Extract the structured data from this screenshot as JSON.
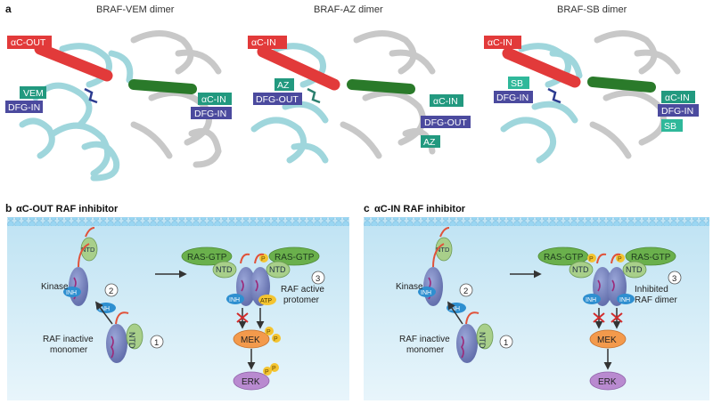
{
  "panel_a": {
    "label": "a",
    "structures": [
      {
        "title": "BRAF-VEM dimer",
        "tags": [
          {
            "text": "αC-OUT",
            "color": "#e23a3a"
          },
          {
            "text": "VEM",
            "color": "#22997f"
          },
          {
            "text": "DFG-IN",
            "color": "#4b4a9e"
          },
          {
            "text": "αC-IN",
            "color": "#22997f"
          },
          {
            "text": "DFG-IN",
            "color": "#4b4a9e"
          }
        ]
      },
      {
        "title": "BRAF-AZ dimer",
        "tags": [
          {
            "text": "αC-IN",
            "color": "#e23a3a"
          },
          {
            "text": "AZ",
            "color": "#22997f"
          },
          {
            "text": "DFG-OUT",
            "color": "#4b4a9e"
          },
          {
            "text": "αC-IN",
            "color": "#22997f"
          },
          {
            "text": "DFG-OUT",
            "color": "#4b4a9e"
          },
          {
            "text": "AZ",
            "color": "#22997f"
          }
        ]
      },
      {
        "title": "BRAF-SB dimer",
        "tags": [
          {
            "text": "αC-IN",
            "color": "#e23a3a"
          },
          {
            "text": "SB",
            "color": "#2fb89a"
          },
          {
            "text": "DFG-IN",
            "color": "#4b4a9e"
          },
          {
            "text": "αC-IN",
            "color": "#22997f"
          },
          {
            "text": "DFG-IN",
            "color": "#4b4a9e"
          },
          {
            "text": "SB",
            "color": "#2fb89a"
          }
        ]
      }
    ]
  },
  "panel_b": {
    "label": "b",
    "title": "αC-OUT RAF inhibitor",
    "kinase": "Kinase",
    "inh": "INH",
    "ntd": "NTD",
    "ras_gtp": "RAS-GTP",
    "p": "P",
    "atp": "ATP",
    "mek": "MEK",
    "erk": "ERK",
    "monomer_line1": "RAF inactive",
    "monomer_line2": "monomer",
    "dimer_line1": "RAF active",
    "dimer_line2": "protomer",
    "step1": "1",
    "step2": "2",
    "step3": "3"
  },
  "panel_c": {
    "label": "c",
    "title": "αC-IN RAF inhibitor",
    "kinase": "Kinase",
    "inh": "INH",
    "ntd": "NTD",
    "ras_gtp": "RAS-GTP",
    "p": "P",
    "mek": "MEK",
    "erk": "ERK",
    "monomer_line1": "RAF inactive",
    "monomer_line2": "monomer",
    "dimer_line1": "Inhibited",
    "dimer_line2": "RAF dimer",
    "step1": "1",
    "step2": "2",
    "step3": "3"
  },
  "colors": {
    "membrane_bg": "#cfe7f4",
    "membrane_head": "#8fd0f0",
    "raf_kinase": "#7a86c2",
    "ntd": "#a8cf8a",
    "ras": "#6ab04c",
    "mek": "#f39a4c",
    "erk": "#b98ad0",
    "phospho": "#f4c430",
    "inh": "#2e8fd0",
    "x_mark": "#d22b2b"
  }
}
